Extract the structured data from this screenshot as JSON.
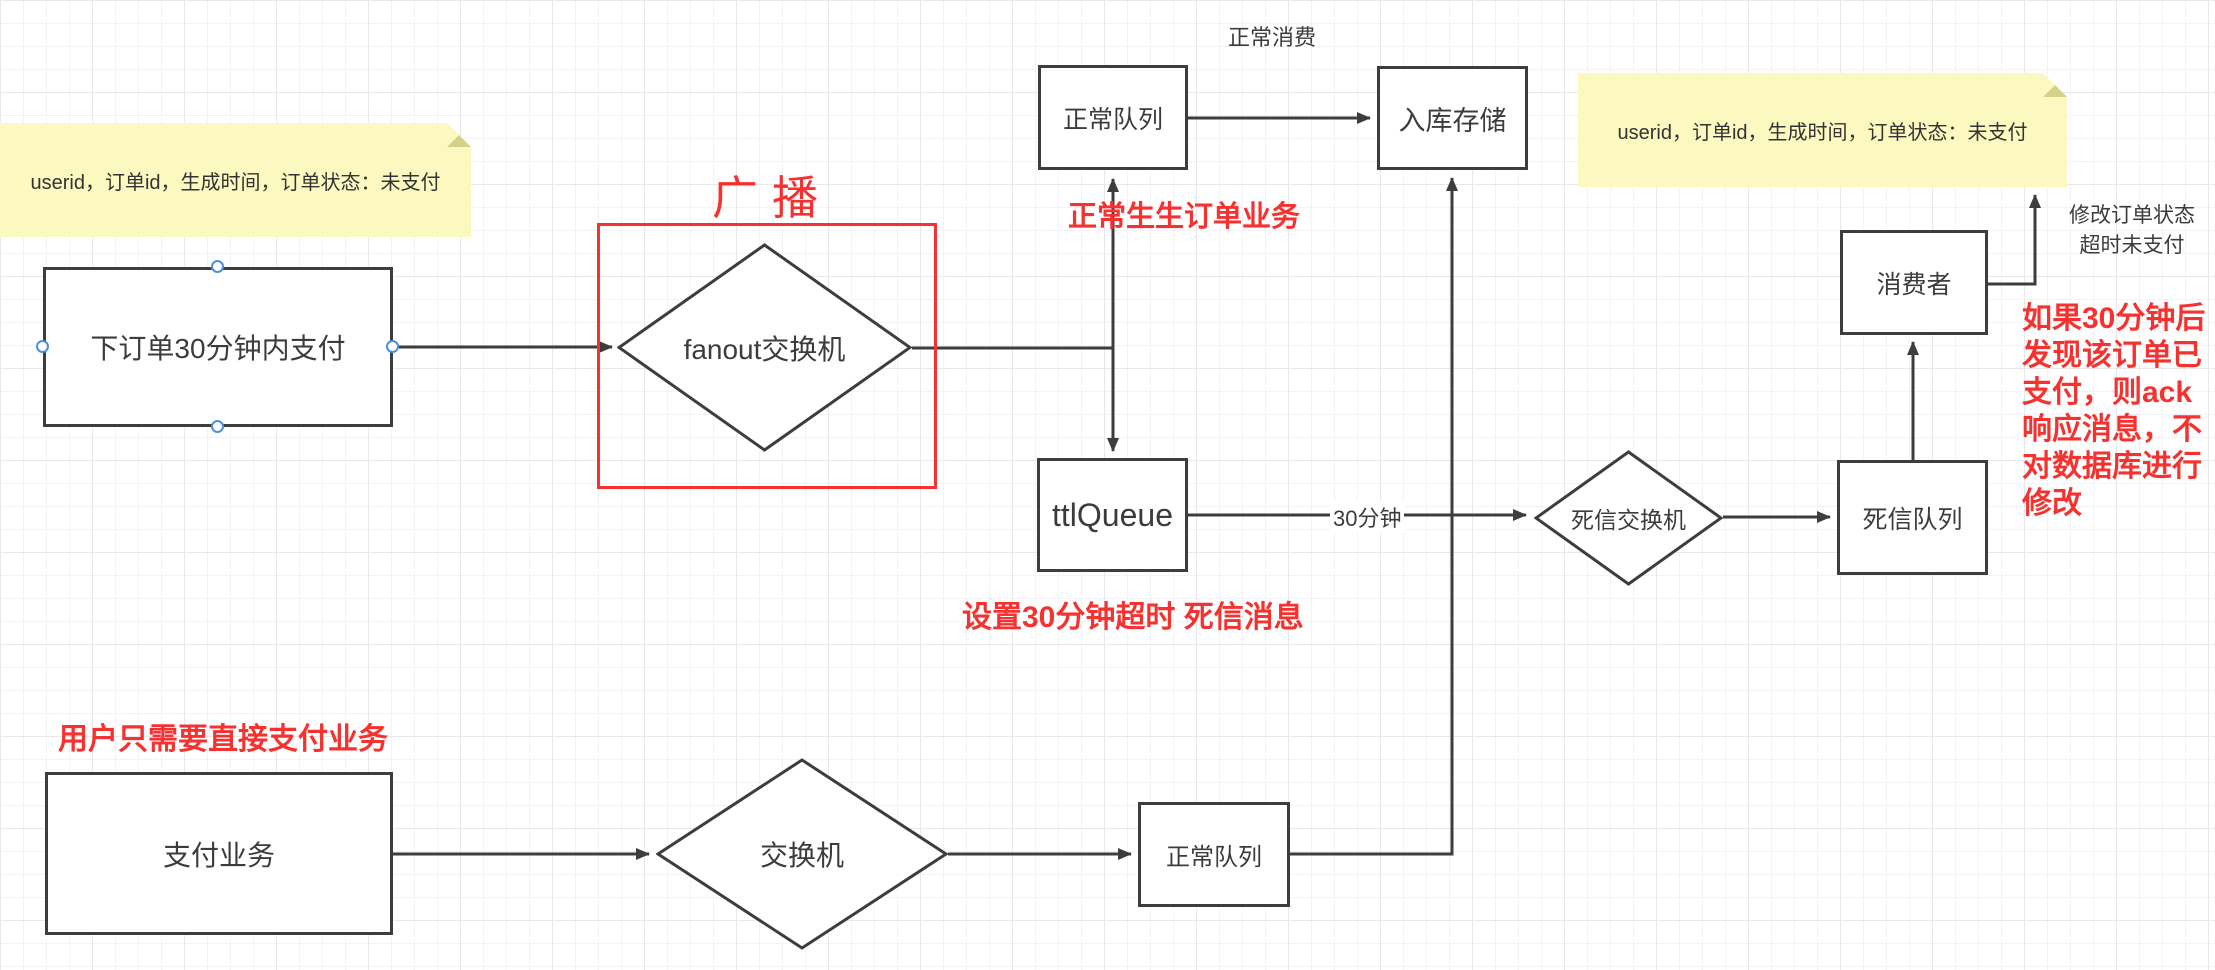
{
  "colors": {
    "stroke": "#3d3d3d",
    "accent_red": "#f5322f",
    "note_bg": "#fbf8c0",
    "note_fold": "#d5d189",
    "selection_handle": "#4a90e2"
  },
  "notes": {
    "left": {
      "text": "userid，订单id，生成时间，订单状态：未支付"
    },
    "right": {
      "text": "userid，订单id，生成时间，订单状态：未支付"
    }
  },
  "shapes": {
    "order_box": {
      "label": "下订单30分钟内支付"
    },
    "fanout_diamond": {
      "label": "fanout交换机"
    },
    "normal_queue_top": {
      "label": "正常队列"
    },
    "storage_box": {
      "label": "入库存储"
    },
    "ttl_queue_box": {
      "label": "ttlQueue"
    },
    "dead_exchange": {
      "label": "死信交换机"
    },
    "dead_queue_box": {
      "label": "死信队列"
    },
    "consumer_box": {
      "label": "消费者"
    },
    "pay_box": {
      "label": "支付业务"
    },
    "exchange_bottom": {
      "label": "交换机"
    },
    "normal_queue_bottom": {
      "label": "正常队列"
    }
  },
  "annotations": {
    "broadcast": "广播",
    "normal_consume": "正常消费",
    "normal_order_business": "正常生生订单业务",
    "ttl_timeout": "设置30分钟超时 死信消息",
    "user_pay": "用户只需要直接支付业务",
    "min30": "30分钟",
    "modify_status": {
      "line1": "修改订单状态",
      "line2": "超时未支付"
    },
    "ack_note": {
      "lines": [
        "如果30分钟后",
        "发现该订单已",
        "支付，则ack",
        "响应消息，不",
        "对数据库进行",
        "修改"
      ]
    }
  }
}
